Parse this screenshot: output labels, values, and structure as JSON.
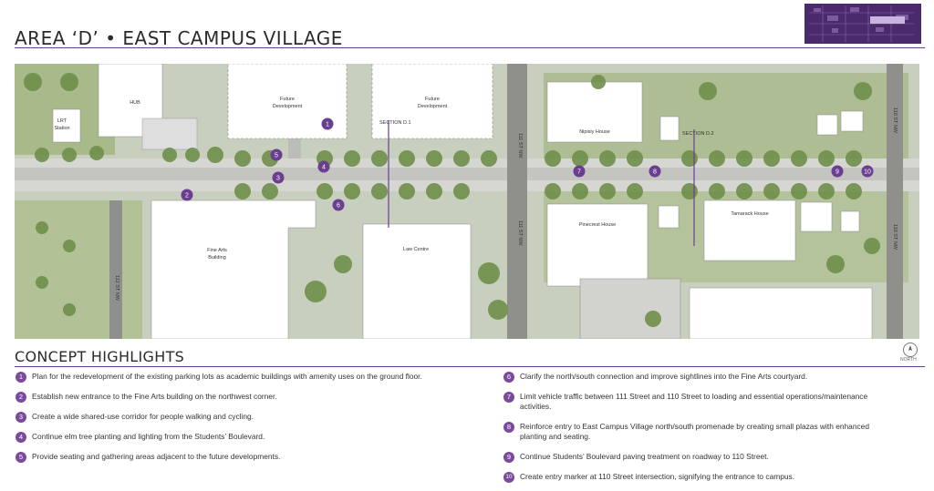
{
  "title": "AREA ‘D’ • EAST CAMPUS VILLAGE",
  "concept_title": "CONCEPT HIGHLIGHTS",
  "north_label": "NORTH",
  "map_labels": {
    "lrt": "LRT",
    "station": "Station",
    "hub": "HUB",
    "future1_a": "Future",
    "future1_b": "Development",
    "future2_a": "Future",
    "future2_b": "Development",
    "fine_arts_a": "Fine Arts",
    "fine_arts_b": "Building",
    "law_centre": "Law Centre",
    "nipisiy": "Nipisiy House",
    "pinecrest": "Pinecrest House",
    "tamarack": "Tamarack House",
    "section_d1": "SECTION D.1",
    "section_d2": "SECTION D.2",
    "street_111_a": "111 ST NW",
    "street_111_b": "111 ST NW",
    "street_110_a": "110 ST NW",
    "street_110_b": "110 ST NW",
    "street_112": "112 ST NW"
  },
  "markers": [
    "1",
    "2",
    "3",
    "4",
    "5",
    "6",
    "7",
    "8",
    "9",
    "10"
  ],
  "highlights": [
    {
      "num": "1",
      "text": "Plan for the redevelopment of the existing parking lots as academic buildings with amenity uses on the ground floor."
    },
    {
      "num": "2",
      "text": "Establish new entrance to the Fine Arts building on the northwest corner."
    },
    {
      "num": "3",
      "text": "Create a wide shared-use corridor for people walking and cycling."
    },
    {
      "num": "4",
      "text": "Continue elm tree planting and lighting from the Students’ Boulevard."
    },
    {
      "num": "5",
      "text": "Provide seating and gathering areas adjacent to the future developments."
    },
    {
      "num": "6",
      "text": "Clarify the north/south connection and improve sightlines into the Fine Arts courtyard."
    },
    {
      "num": "7",
      "text_a": "Limit vehicle traffic between 111 Street and 110 Street to loading and essential operations/maintenance",
      "text_b": "activities."
    },
    {
      "num": "8",
      "text_a": "Reinforce entry to East Campus Village north/south promenade by creating small plazas with enhanced",
      "text_b": "planting and seating."
    },
    {
      "num": "9",
      "text": "Continue Students’ Boulevard paving treatment on roadway to 110 Street."
    },
    {
      "num": "10",
      "text": "Create entry marker at 110 Street intersection, signifying the entrance to campus."
    }
  ],
  "colors": {
    "accent": "#6a3f8f",
    "rule": "#6b3d8f",
    "green": "#9db07a",
    "tree": "#6f8f4a",
    "road": "#8a8a88"
  }
}
